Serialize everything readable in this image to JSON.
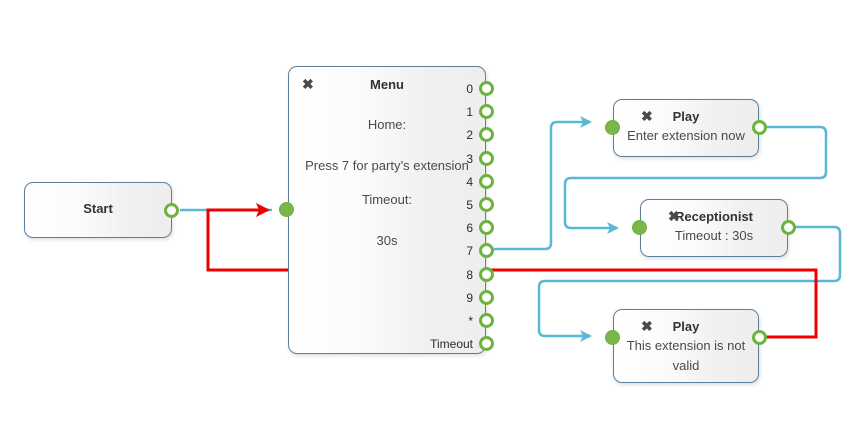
{
  "canvas": {
    "background": "#ffffff",
    "wire_color": "#5bb8d4",
    "wire_highlight_color": "#ee0000",
    "node_border_color": "#5b7e9c",
    "port_color": "#6cb33f",
    "port_fill_color": "#7ab648"
  },
  "nodes": {
    "start": {
      "title": "Start",
      "output_port_label": ""
    },
    "menu": {
      "close_glyph": "✖",
      "title": "Menu",
      "line1": "Home:",
      "line2": "Press 7 for party’s extension",
      "line3": "Timeout:",
      "line4": "30s",
      "ports": [
        {
          "label": "0"
        },
        {
          "label": "1"
        },
        {
          "label": "2"
        },
        {
          "label": "3"
        },
        {
          "label": "4"
        },
        {
          "label": "5"
        },
        {
          "label": "6"
        },
        {
          "label": "7"
        },
        {
          "label": "8"
        },
        {
          "label": "9"
        },
        {
          "label": "*"
        },
        {
          "label": "Timeout"
        }
      ]
    },
    "play1": {
      "close_glyph": "✖",
      "title": "Play",
      "body": "Enter extension now"
    },
    "receptionist": {
      "close_glyph": "✖",
      "title": "Receptionist",
      "body": "Timeout : 30s"
    },
    "play2": {
      "close_glyph": "✖",
      "title": "Play",
      "body_line1": "This extension is not",
      "body_line2": "valid"
    }
  },
  "connections": [
    {
      "name": "start-to-menu",
      "from": "start.out",
      "to": "menu.in",
      "color": "#5bb8d4"
    },
    {
      "name": "menu-7-to-play1",
      "from": "menu.port7",
      "to": "play1.in",
      "color": "#5bb8d4"
    },
    {
      "name": "play1-to-receptionist",
      "from": "play1.out",
      "to": "receptionist.in",
      "color": "#5bb8d4"
    },
    {
      "name": "receptionist-to-play2",
      "from": "receptionist.out",
      "to": "play2.in",
      "color": "#5bb8d4"
    },
    {
      "name": "play2-to-menu-highlighted",
      "from": "play2.out",
      "to": "menu.in",
      "color": "#ee0000"
    }
  ]
}
